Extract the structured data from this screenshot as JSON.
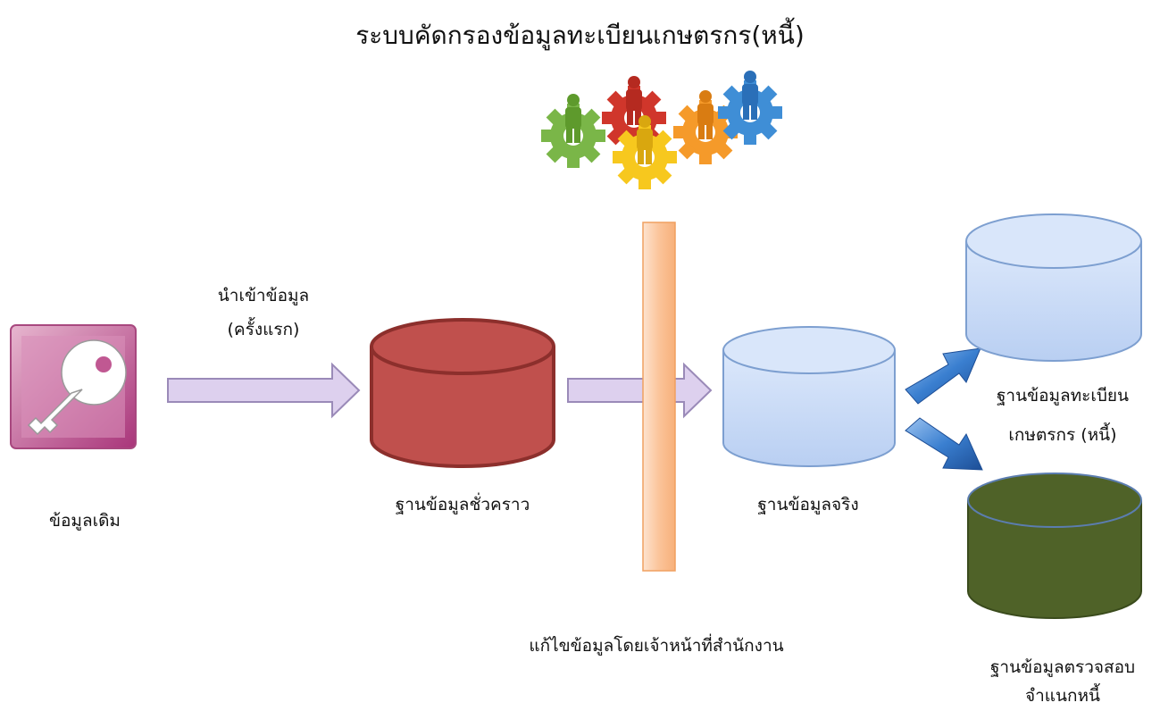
{
  "diagram": {
    "title": "ระบบคัดกรองข้อมูลทะเบียนเกษตรกร(หนี้)",
    "nodes": {
      "legacy": "ข้อมูลเดิม",
      "temp_db": "ฐานข้อมูลชั่วคราว",
      "real_db": "ฐานข้อมูลจริง",
      "registry_db": [
        "ฐานข้อมูลทะเบียน",
        "เกษตรกร (หนี้)"
      ],
      "check_db": [
        "ฐานข้อมูลตรวจสอบ",
        "จำแนกหนี้"
      ]
    },
    "edges": {
      "import": [
        "นำเข้าข้อมูล",
        "(ครั้งแรก)"
      ]
    },
    "annotations": {
      "edit": "แก้ไขข้อมูลโดยเจ้าหน้าที่สำนักงาน"
    },
    "icons": {
      "legacy": "ms-access-key-icon",
      "team": "people-gears-icon"
    },
    "colors": {
      "temp_db": "#c0504d",
      "real_db": "#c6d9f7",
      "registry_db": "#c6d9f7",
      "check_db": "#4f6228",
      "arrow_flat": "#ddd0ee",
      "arrow_3d": "#2e6fc0",
      "filter_bar": "#fbc49a"
    }
  }
}
